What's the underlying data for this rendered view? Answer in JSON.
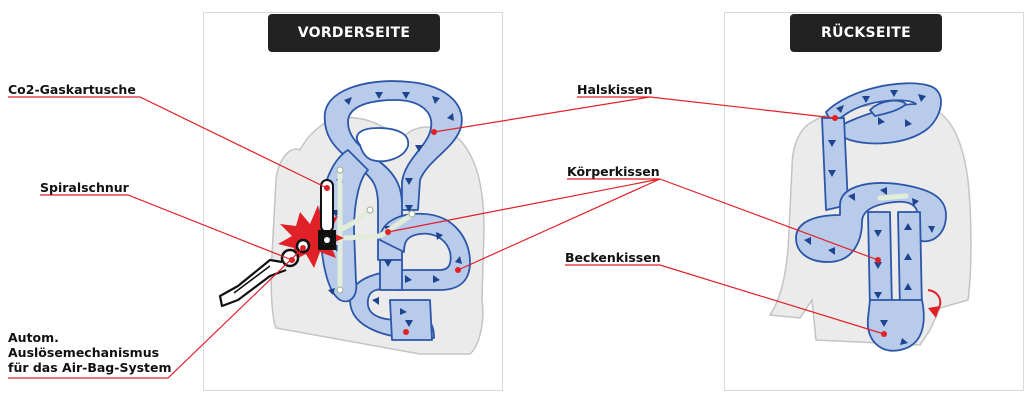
{
  "tabs": {
    "front": "VORDERSEITE",
    "back": "RÜCKSEITE"
  },
  "labels": {
    "co2": "Co2-Gaskartusche",
    "spiral": "Spiralschnur",
    "trigger_line1": "Autom.",
    "trigger_line2": "Auslösemechanismus",
    "trigger_line3": "für das Air-Bag-System",
    "hals": "Halskissen",
    "koerper": "Körperkissen",
    "becken": "Beckenkissen"
  },
  "colors": {
    "vest": "#ebebeb",
    "vest_outline": "#c4c4c4",
    "airbag_fill": "#b9cbea",
    "airbag_outline": "#2c56a8",
    "arrow": "#1e4490",
    "leader_line": "#e02128",
    "burst": "#e02128",
    "tab_bg": "#222222"
  }
}
